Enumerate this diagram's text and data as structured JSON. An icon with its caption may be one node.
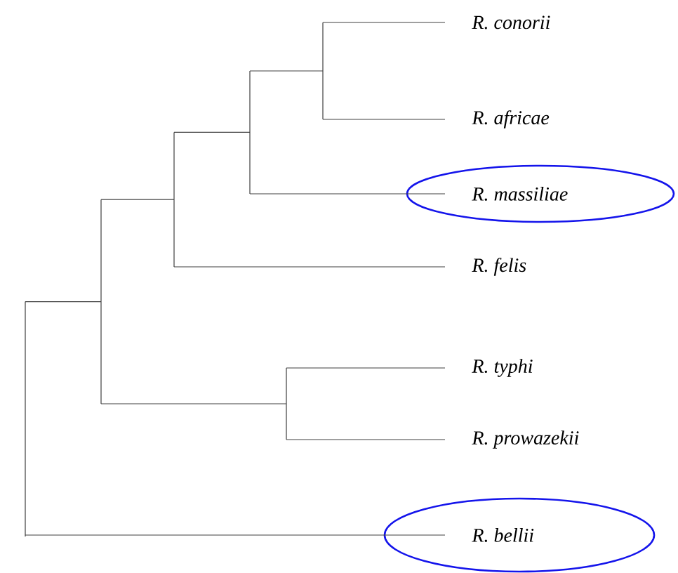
{
  "diagram": {
    "nodes": [
      {
        "text": [],
        "shape": "bar"
      },
      {
        "text": [],
        "shape": "bar"
      },
      {
        "text": [],
        "shape": "bar"
      },
      {
        "text": [],
        "shape": "bar"
      },
      {
        "text": [],
        "shape": "bar"
      },
      {
        "text": [
          "R. conorii"
        ]
      },
      {
        "text": [
          "R. africae"
        ]
      },
      {
        "text": [],
        "shape": "ellipse"
      },
      {
        "text": [
          "R. massiliae"
        ],
        "in": 7
      },
      {
        "text": [
          "R. felis"
        ]
      },
      {
        "text": [],
        "shape": "bar"
      },
      {
        "text": [
          "R. typhi"
        ]
      },
      {
        "text": [
          "R. prowazekii"
        ]
      },
      {
        "text": [],
        "shape": "ellipse"
      },
      {
        "text": [
          "R. bellii"
        ],
        "in": 13
      }
    ],
    "edges": [
      {
        "from": 0,
        "to": 1,
        "arrow": "none"
      },
      {
        "from": 0,
        "to": 14,
        "arrow": "none"
      },
      {
        "from": 1,
        "to": 2,
        "arrow": "none"
      },
      {
        "from": 1,
        "to": 10,
        "arrow": "none"
      },
      {
        "from": 2,
        "to": 3,
        "arrow": "none"
      },
      {
        "from": 2,
        "to": 9,
        "arrow": "none"
      },
      {
        "from": 3,
        "to": 4,
        "arrow": "none"
      },
      {
        "from": 3,
        "to": 8,
        "arrow": "none"
      },
      {
        "from": 4,
        "to": 5,
        "arrow": "none"
      },
      {
        "from": 4,
        "to": 6,
        "arrow": "none"
      },
      {
        "from": 10,
        "to": 11,
        "arrow": "none"
      },
      {
        "from": 10,
        "to": 12,
        "arrow": "none"
      }
    ]
  }
}
